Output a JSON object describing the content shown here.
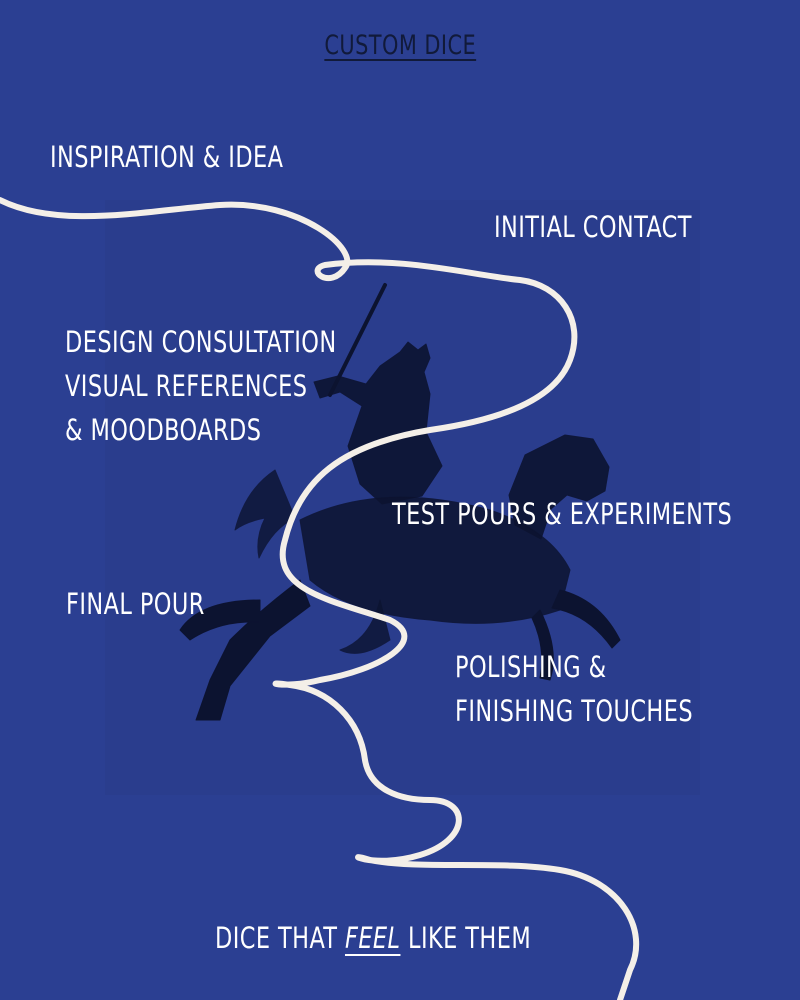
{
  "colors": {
    "background": "#2b3f92",
    "text": "#ffffff",
    "title": "#111a3a",
    "path": "#f4efe8",
    "etching": "#0c1330"
  },
  "title": "CUSTOM DICE",
  "steps": {
    "inspiration": "INSPIRATION & IDEA",
    "initial_contact": "INITIAL CONTACT",
    "design_consultation": [
      "DESIGN CONSULTATION",
      "VISUAL REFERENCES",
      "& MOODBOARDS"
    ],
    "test_pours": "TEST POURS & EXPERIMENTS",
    "final_pour": "FINAL POUR",
    "polishing": [
      "POLISHING &",
      "FINISHING TOUCHES"
    ]
  },
  "closing": {
    "before": "DICE THAT ",
    "emphasis": "FEEL",
    "after": " LIKE THEM"
  },
  "illustration": {
    "subject": "knight-on-horseback-engraving",
    "icon": "knight-icon"
  }
}
